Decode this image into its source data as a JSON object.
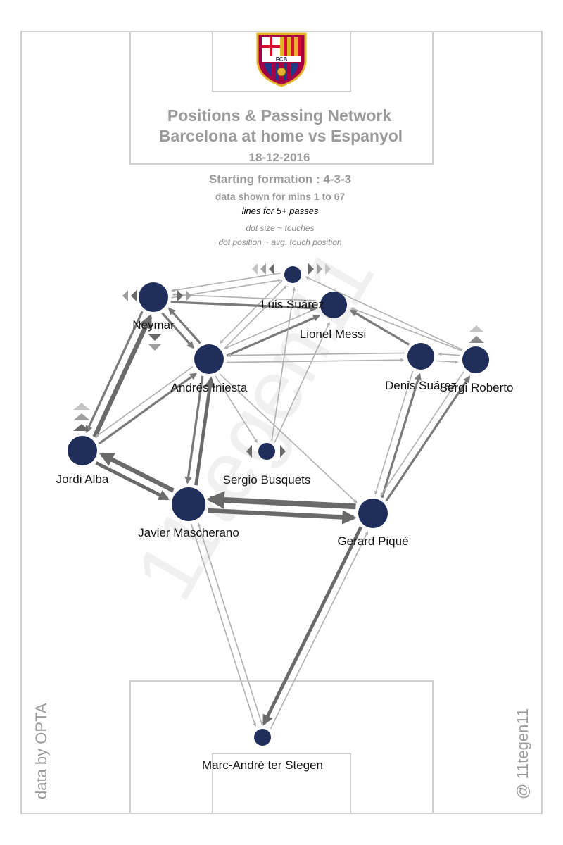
{
  "header": {
    "title_line1": "Positions & Passing Network",
    "title_line2": "Barcelona at home vs Espanyol",
    "date": "18-12-2016",
    "formation": "Starting formation : 4-3-3",
    "minutes": "data shown for mins 1 to 67",
    "lines_note": "lines for 5+ passes",
    "dot_size_note": "dot size ~ touches",
    "dot_position_note": "dot position ~ avg. touch position"
  },
  "badge": {
    "text": "FCB"
  },
  "credits": {
    "left": "data by OPTA",
    "right": "@ 11tegen11",
    "watermark": "11tegen11"
  },
  "colors": {
    "node": "#1f2e5a",
    "pitch_lines": "#cfcfcf",
    "text_grey": "#9a9a9a",
    "pass_line": "#6a6a6a"
  },
  "players": [
    {
      "id": "suarez",
      "name": "Luis Suárez",
      "touches": 1,
      "arrows": "left-right-dark"
    },
    {
      "id": "messi",
      "name": "Lionel Messi",
      "touches": 2,
      "arrows": ""
    },
    {
      "id": "neymar",
      "name": "Neymar",
      "touches": 3,
      "arrows": "left-right-down"
    },
    {
      "id": "iniesta",
      "name": "Andrés Iniesta",
      "touches": 3,
      "arrows": ""
    },
    {
      "id": "denis",
      "name": "Denis Suárez",
      "touches": 2,
      "arrows": ""
    },
    {
      "id": "sergi",
      "name": "Sergi Roberto",
      "touches": 2,
      "arrows": "up"
    },
    {
      "id": "busquets",
      "name": "Sergio Busquets",
      "touches": 1,
      "arrows": "left-right"
    },
    {
      "id": "alba",
      "name": "Jordi Alba",
      "touches": 3,
      "arrows": "up"
    },
    {
      "id": "mascherano",
      "name": "Javier Mascherano",
      "touches": 4,
      "arrows": ""
    },
    {
      "id": "pique",
      "name": "Gerard Piqué",
      "touches": 3,
      "arrows": ""
    },
    {
      "id": "terstegen",
      "name": "Marc-André ter Stegen",
      "touches": 1,
      "arrows": ""
    }
  ],
  "passes": [
    {
      "from": "pique",
      "to": "mascherano",
      "weight": 5
    },
    {
      "from": "mascherano",
      "to": "pique",
      "weight": 4
    },
    {
      "from": "mascherano",
      "to": "alba",
      "weight": 4
    },
    {
      "from": "alba",
      "to": "mascherano",
      "weight": 3
    },
    {
      "from": "alba",
      "to": "neymar",
      "weight": 4
    },
    {
      "from": "neymar",
      "to": "alba",
      "weight": 2
    },
    {
      "from": "pique",
      "to": "terstegen",
      "weight": 3
    },
    {
      "from": "terstegen",
      "to": "pique",
      "weight": 1
    },
    {
      "from": "mascherano",
      "to": "iniesta",
      "weight": 3
    },
    {
      "from": "iniesta",
      "to": "mascherano",
      "weight": 2
    },
    {
      "from": "alba",
      "to": "iniesta",
      "weight": 2
    },
    {
      "from": "iniesta",
      "to": "alba",
      "weight": 1
    },
    {
      "from": "iniesta",
      "to": "neymar",
      "weight": 2
    },
    {
      "from": "neymar",
      "to": "iniesta",
      "weight": 2
    },
    {
      "from": "iniesta",
      "to": "messi",
      "weight": 2
    },
    {
      "from": "messi",
      "to": "iniesta",
      "weight": 1
    },
    {
      "from": "iniesta",
      "to": "suarez",
      "weight": 1
    },
    {
      "from": "suarez",
      "to": "iniesta",
      "weight": 1
    },
    {
      "from": "neymar",
      "to": "messi",
      "weight": 2
    },
    {
      "from": "messi",
      "to": "neymar",
      "weight": 1
    },
    {
      "from": "neymar",
      "to": "suarez",
      "weight": 1
    },
    {
      "from": "suarez",
      "to": "neymar",
      "weight": 1
    },
    {
      "from": "pique",
      "to": "denis",
      "weight": 2
    },
    {
      "from": "denis",
      "to": "pique",
      "weight": 1
    },
    {
      "from": "pique",
      "to": "sergi",
      "weight": 2
    },
    {
      "from": "sergi",
      "to": "pique",
      "weight": 1
    },
    {
      "from": "denis",
      "to": "messi",
      "weight": 2
    },
    {
      "from": "sergi",
      "to": "messi",
      "weight": 1
    },
    {
      "from": "denis",
      "to": "sergi",
      "weight": 1
    },
    {
      "from": "sergi",
      "to": "denis",
      "weight": 1
    },
    {
      "from": "sergi",
      "to": "suarez",
      "weight": 1
    },
    {
      "from": "iniesta",
      "to": "busquets",
      "weight": 1
    },
    {
      "from": "busquets",
      "to": "messi",
      "weight": 1
    },
    {
      "from": "busquets",
      "to": "suarez",
      "weight": 1
    },
    {
      "from": "mascherano",
      "to": "terstegen",
      "weight": 1
    },
    {
      "from": "terstegen",
      "to": "mascherano",
      "weight": 1
    },
    {
      "from": "iniesta",
      "to": "pique",
      "weight": 1
    },
    {
      "from": "iniesta",
      "to": "denis",
      "weight": 1
    },
    {
      "from": "denis",
      "to": "iniesta",
      "weight": 1
    }
  ]
}
